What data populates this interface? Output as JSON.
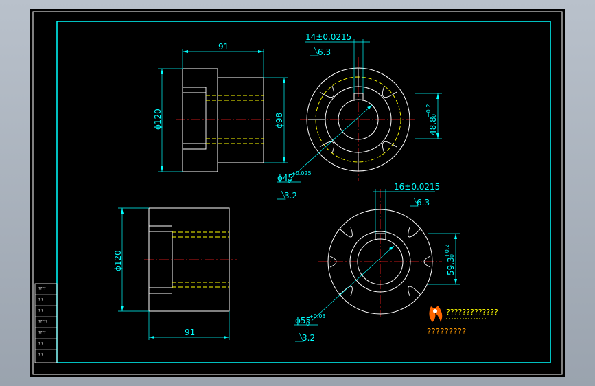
{
  "colors": {
    "outline": "#ffffff",
    "dimension": "#00ffff",
    "centerline": "#ff2020",
    "hidden": "#ffff00",
    "frame": "#00ffff",
    "logo_orange": "#ff6600"
  },
  "view1": {
    "width_dim": "91",
    "outer_dia": "ϕ120",
    "inner_dia": "ϕ98"
  },
  "view2": {
    "keyway": "14±0.0215",
    "keyway_rough": "6.3",
    "key_height": "48.8",
    "key_height_tol_up": "+0.2",
    "key_height_tol_lo": "0",
    "bore": "ϕ45",
    "bore_tol_up": "+0.025",
    "bore_tol_lo": "0",
    "bore_rough": "3.2"
  },
  "view3": {
    "outer_dia": "ϕ120",
    "width_dim": "91"
  },
  "view4": {
    "keyway": "16±0.0215",
    "keyway_rough": "6.3",
    "key_height": "59.3",
    "key_height_tol_up": "+0.2",
    "key_height_tol_lo": "0",
    "bore": "ϕ55",
    "bore_tol_up": "+0.03",
    "bore_tol_lo": "0",
    "bore_rough": "3.2"
  },
  "title_block": {
    "rows": [
      "????",
      "? ?",
      "? ?",
      "?????",
      "????",
      "? ?",
      "? ?"
    ]
  },
  "logo": {
    "line1": "?????????????",
    "line2": "?????????"
  }
}
